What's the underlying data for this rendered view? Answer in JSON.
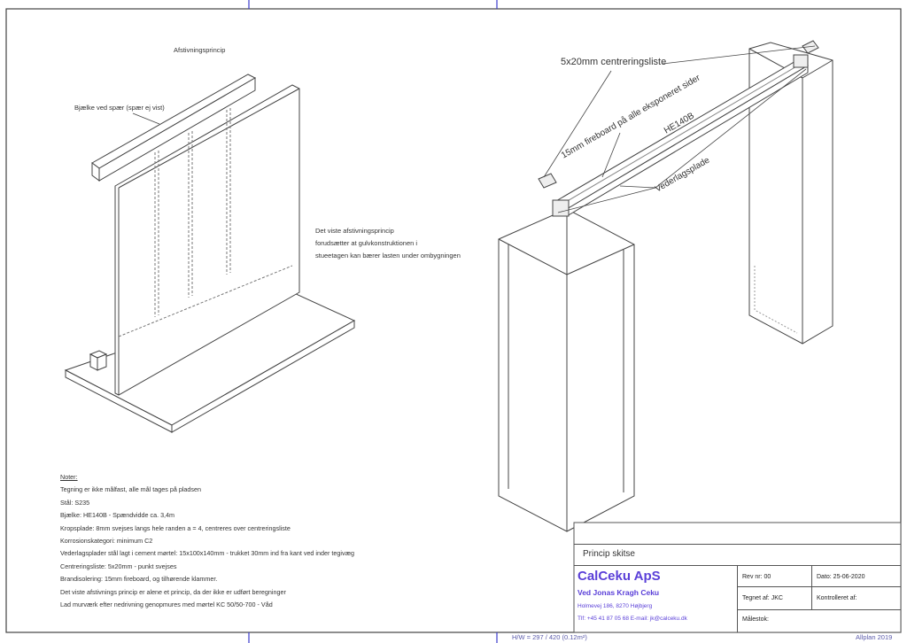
{
  "drawing": {
    "left_title": "Afstivningsprincip",
    "beam_label": "Bjælke ved spær (spær ej vist)",
    "principle_text": [
      "Det viste afstivningsprincip",
      "forudsætter at gulvkonstruktionen i",
      "stueetagen kan bærer lasten under ombygningen"
    ],
    "right_labels": {
      "centering": "5x20mm centreringsliste",
      "fireboard": "15mm fireboard på alle eksponeret sider",
      "beam": "HE140B",
      "bearing": "Vederlagsplade"
    }
  },
  "notes": {
    "title": "Noter:",
    "lines": [
      "Tegning er ikke målfast, alle mål tages på pladsen",
      "Stål: S235",
      "Bjælke: HE140B - Spændvidde ca. 3,4m",
      "Kropsplade: 8mm svejses langs hele randen a = 4, centreres over centreringsliste",
      "Korrosionskategori: minimum C2",
      "Vederlagsplader stål lagt i cement mørtel: 15x100x140mm - trukket 30mm ind fra kant ved inder tegivæg",
      "Centreringsliste: 5x20mm - punkt svejses",
      "Brandisolering: 15mm fireboard, og tilhørende klammer.",
      "Det viste afstivnings princip er alene et princip, da der ikke er udført beregninger",
      "Lad murværk efter nedrivning genopmures med mørtel KC 50/50-700 - Våd"
    ]
  },
  "title_block": {
    "drawing_title": "Princip skitse",
    "company": "CalCeku ApS",
    "contact": "Ved Jonas Kragh Ceku",
    "address": "Holmevej 186, 8270 Højbjerg",
    "phone_email": "Tlf: +45 41 87 05 68 E-mail: jk@calceku.dk",
    "rev_label": "Rev nr: 00",
    "date_label": "Dato: 25-06-2020",
    "drawn_label": "Tegnet af: JKC",
    "checked_label": "Kontrolleret af:",
    "scale_label": "Målestok:"
  },
  "footer": {
    "sheet_size": "H/W = 297 / 420 (0.12m²)",
    "software": "Allplan 2019"
  }
}
